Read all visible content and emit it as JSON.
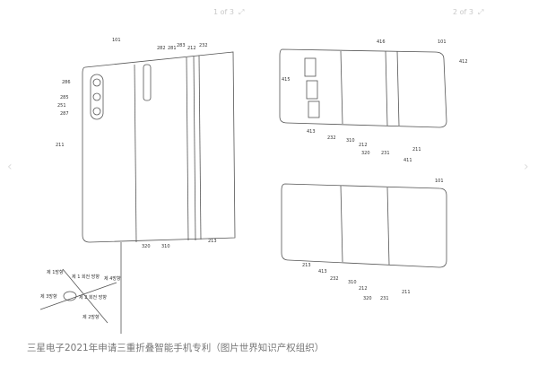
{
  "gallery": {
    "counter_1": "1 of 3",
    "counter_2": "2 of 3",
    "expand_icon": "expand-icon",
    "prev_icon": "chevron-left-icon",
    "next_icon": "chevron-right-icon"
  },
  "figure_left": {
    "ref": "101",
    "labels": [
      "286",
      "285",
      "251",
      "287",
      "282",
      "281",
      "283",
      "212",
      "232",
      "211",
      "320",
      "310",
      "213"
    ],
    "axes": [
      "제 1방향",
      "제 1 회전 방향",
      "제 4방향",
      "제 3방향",
      "제 2 회전 방향",
      "제 2방향"
    ]
  },
  "figure_right_top": {
    "ref": "101",
    "labels": [
      "416",
      "412",
      "415",
      "413",
      "232",
      "310",
      "212",
      "320",
      "231",
      "211",
      "411"
    ]
  },
  "figure_right_bottom": {
    "ref": "101",
    "labels": [
      "213",
      "413",
      "232",
      "310",
      "212",
      "320",
      "231",
      "211"
    ]
  },
  "caption": "三星电子2021年申请三重折叠智能手机专利（图片世界知识产权组织）"
}
